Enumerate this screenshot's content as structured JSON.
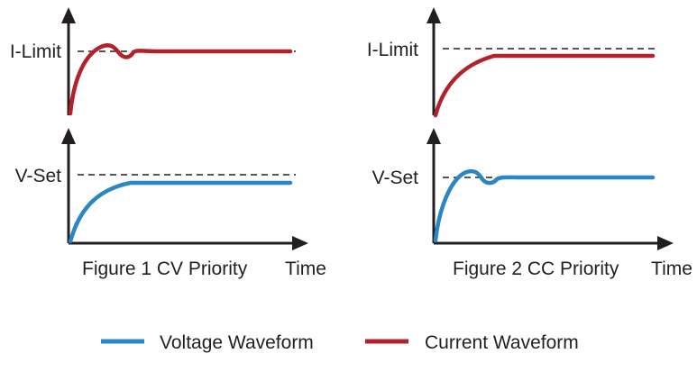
{
  "colors": {
    "voltage": "#2b86c5",
    "current": "#b3222c",
    "axis": "#231f20"
  },
  "figures": [
    {
      "caption": "Figure 1 CV  Priority",
      "time_label": "Time",
      "top_label": "I-Limit",
      "bottom_label": "V-Set"
    },
    {
      "caption": "Figure 2 CC Priority",
      "time_label": "Time",
      "top_label": "I-Limit",
      "bottom_label": "V-Set"
    }
  ],
  "legend": {
    "voltage_label": "Voltage Waveform",
    "current_label": "Current Waveform"
  }
}
